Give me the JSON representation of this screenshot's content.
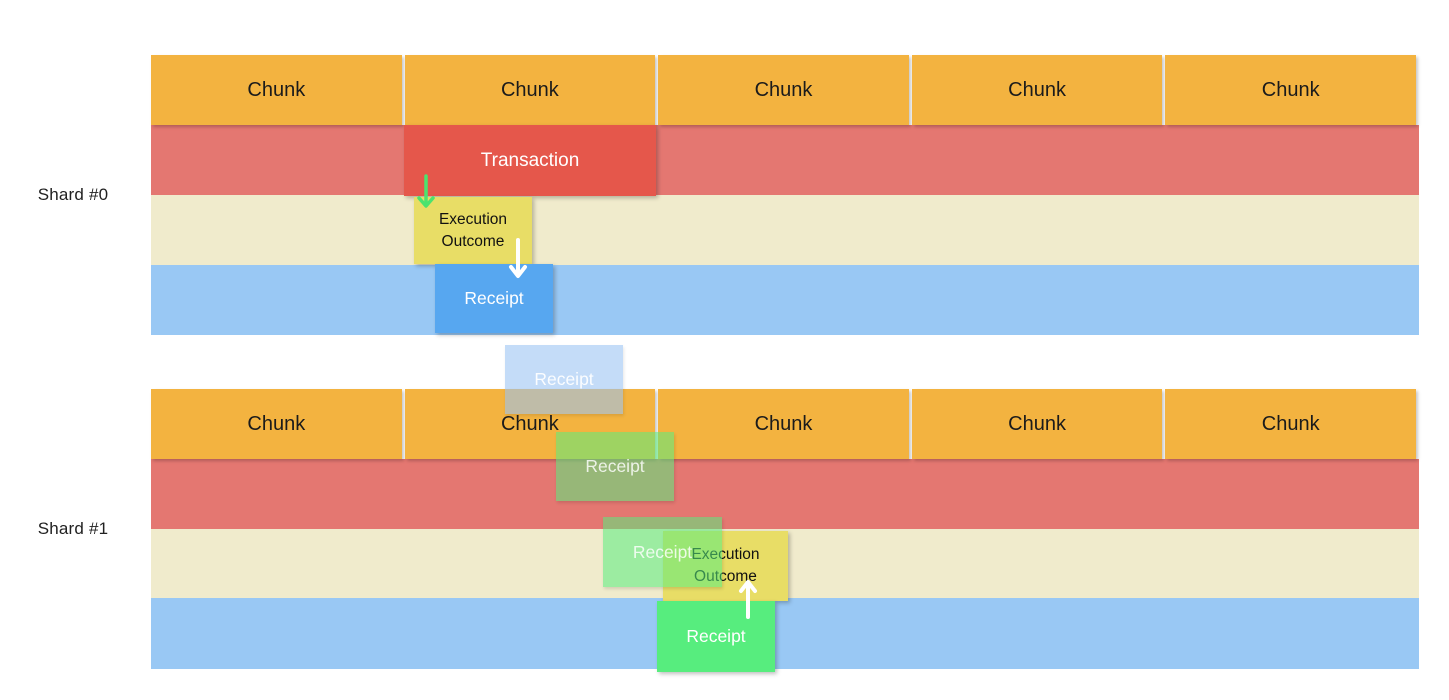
{
  "diagram": {
    "colors": {
      "chunk_orange": "#F3B340",
      "band_red": "#E47771",
      "band_cream": "#F0EBCC",
      "band_blue": "#99C8F4",
      "transaction_red": "#E5574B",
      "execution_outcome_yellow": "#E8DD66",
      "receipt_blue": "#57A7F0",
      "receipt_green": "#57ED7E",
      "receipt_faded_green": "rgba(87,237,126,0.55)",
      "receipt_faded_blue": "rgba(154,195,243,0.58)",
      "arrow_green": "#4BE36E",
      "arrow_white": "#FFFFFF"
    },
    "shards": [
      {
        "label": "Shard #0",
        "chunks": [
          "Chunk",
          "Chunk",
          "Chunk",
          "Chunk",
          "Chunk"
        ],
        "transaction_label": "Transaction",
        "execution_outcome_label": "Execution Outcome",
        "receipt_label": "Receipt"
      },
      {
        "label": "Shard #1",
        "chunks": [
          "Chunk",
          "Chunk",
          "Chunk",
          "Chunk",
          "Chunk"
        ],
        "execution_outcome_label": "Execution Outcome",
        "receipt_label": "Receipt"
      }
    ],
    "transit_receipts": [
      {
        "label": "Receipt",
        "style": "faded-blue"
      },
      {
        "label": "Receipt",
        "style": "faded-green"
      },
      {
        "label": "Receipt",
        "style": "faded-green"
      }
    ]
  }
}
